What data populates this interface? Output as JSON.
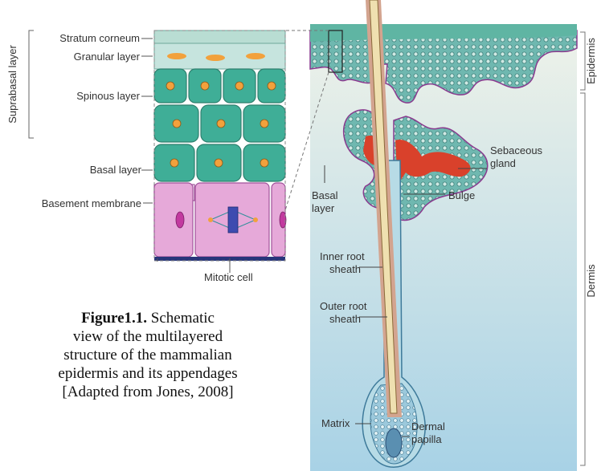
{
  "layer_labels": {
    "stratum_corneum": "Stratum corneum",
    "granular_layer": "Granular layer",
    "spinous_layer": "Spinous layer",
    "basal_layer": "Basal layer",
    "basement_membrane": "Basement membrane",
    "suprabasal_layer": "Suprabasal layer",
    "mitotic_cell": "Mitotic cell"
  },
  "follicle_labels": {
    "basal_layer_line1": "Basal",
    "basal_layer_line2": "layer",
    "sebaceous_line1": "Sebaceous",
    "sebaceous_line2": "gland",
    "bulge": "Bulge",
    "inner_root_line1": "Inner root",
    "inner_root_line2": "sheath",
    "outer_root_line1": "Outer root",
    "outer_root_line2": "sheath",
    "matrix": "Matrix",
    "dermal_papilla_line1": "Dermal",
    "dermal_papilla_line2": "papilla"
  },
  "region_labels": {
    "epidermis": "Epidermis",
    "dermis": "Dermis"
  },
  "caption": {
    "figure_label": "Figure1.1.",
    "line1": "Schematic",
    "line2": "view of the multilayered",
    "line3": "structure of the mammalian",
    "line4": "epidermis and its appendages",
    "line5": "[Adapted from Jones, 2008]"
  },
  "colors": {
    "epidermis_surface": "#5fb5a3",
    "granular": "#c6e4de",
    "spinous_cell": "#3fae97",
    "nucleus": "#f2a13c",
    "basal_cell": "#e6a9d9",
    "basement": "#28357a",
    "sebaceous": "#d9412b",
    "dermis_top": "#eef3ec",
    "dermis_bottom": "#a9d3e6",
    "hair_shaft": "#e8d6a4",
    "inner_sheath": "#c9877a"
  }
}
